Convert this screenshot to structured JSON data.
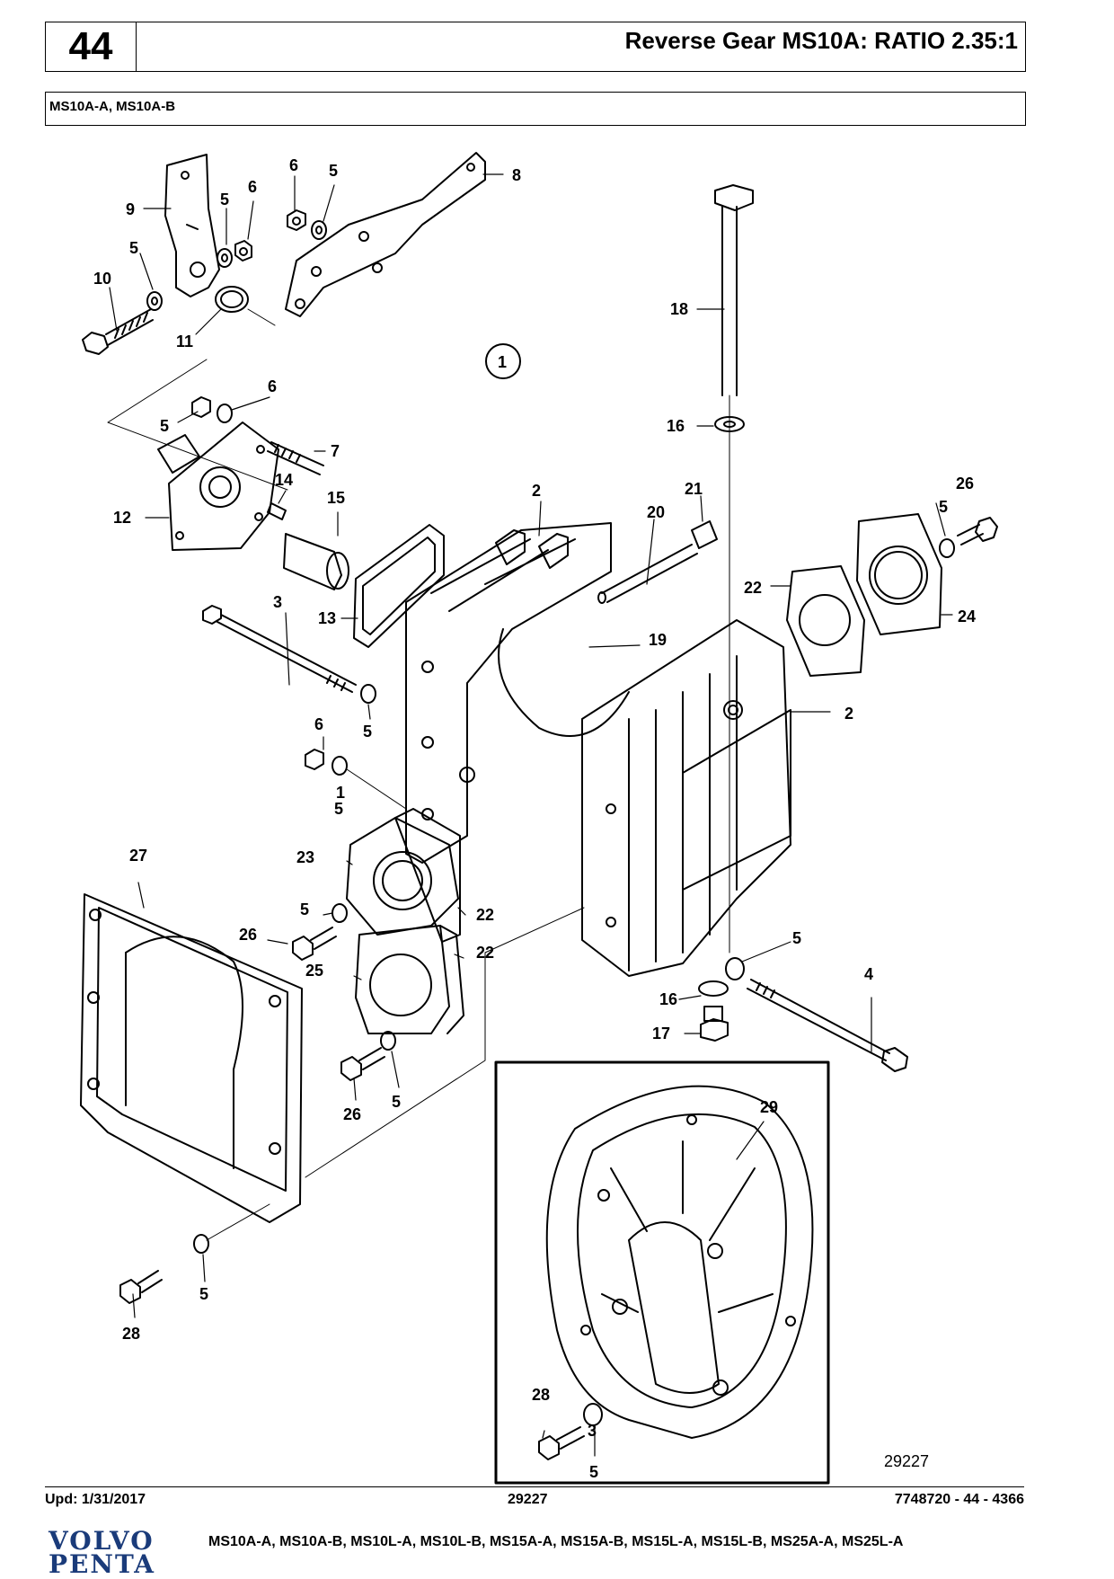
{
  "header": {
    "page_number": "44",
    "title": "Reverse Gear MS10A: RATIO 2.35:1"
  },
  "model_line": "MS10A-A, MS10A-B",
  "callouts": {
    "c1": "1",
    "c2": "2",
    "c3": "3",
    "c4": "4",
    "c5": "5",
    "c6": "6",
    "c7": "7",
    "c8": "8",
    "c9": "9",
    "c10": "10",
    "c11": "11",
    "c12": "12",
    "c13": "13",
    "c14": "14",
    "c15": "15",
    "c16": "16",
    "c17": "17",
    "c18": "18",
    "c19": "19",
    "c20": "20",
    "c21": "21",
    "c22": "22",
    "c23": "23",
    "c24": "24",
    "c25": "25",
    "c26": "26",
    "c27": "27",
    "c28": "28",
    "c29": "29"
  },
  "figure_id": "29227",
  "footer": {
    "updated": "Upd: 1/31/2017",
    "figure_ref": "29227",
    "doc_number": "7748720 - 44 - 4366",
    "applicable_models": "MS10A-A, MS10A-B, MS10L-A, MS10L-B, MS15A-A, MS15A-B, MS15L-A, MS15L-B, MS25A-A, MS25L-A"
  },
  "logo": {
    "line1": "VOLVO",
    "line2": "PENTA",
    "color": "#1a3b7a"
  }
}
